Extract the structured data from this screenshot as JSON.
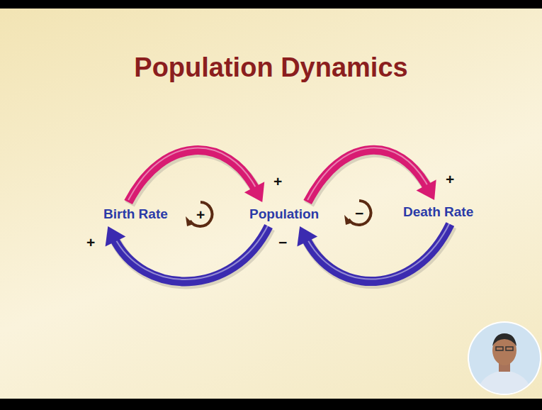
{
  "diagram": {
    "title": "Population Dynamics",
    "nodes": [
      {
        "text": [
          "Birth Rate"
        ]
      },
      {
        "text": [
          "Population"
        ]
      },
      {
        "text": [
          "Death Rate"
        ]
      }
    ],
    "edges": [
      {
        "from": 0,
        "to": 1,
        "arrow": "to",
        "label": "+"
      },
      {
        "from": 1,
        "to": 0,
        "arrow": "to",
        "label": "+"
      },
      {
        "from": 1,
        "to": 2,
        "arrow": "to",
        "label": "+"
      },
      {
        "from": 2,
        "to": 1,
        "arrow": "to",
        "label": "−"
      }
    ],
    "labels": [
      "+",
      "−"
    ]
  }
}
